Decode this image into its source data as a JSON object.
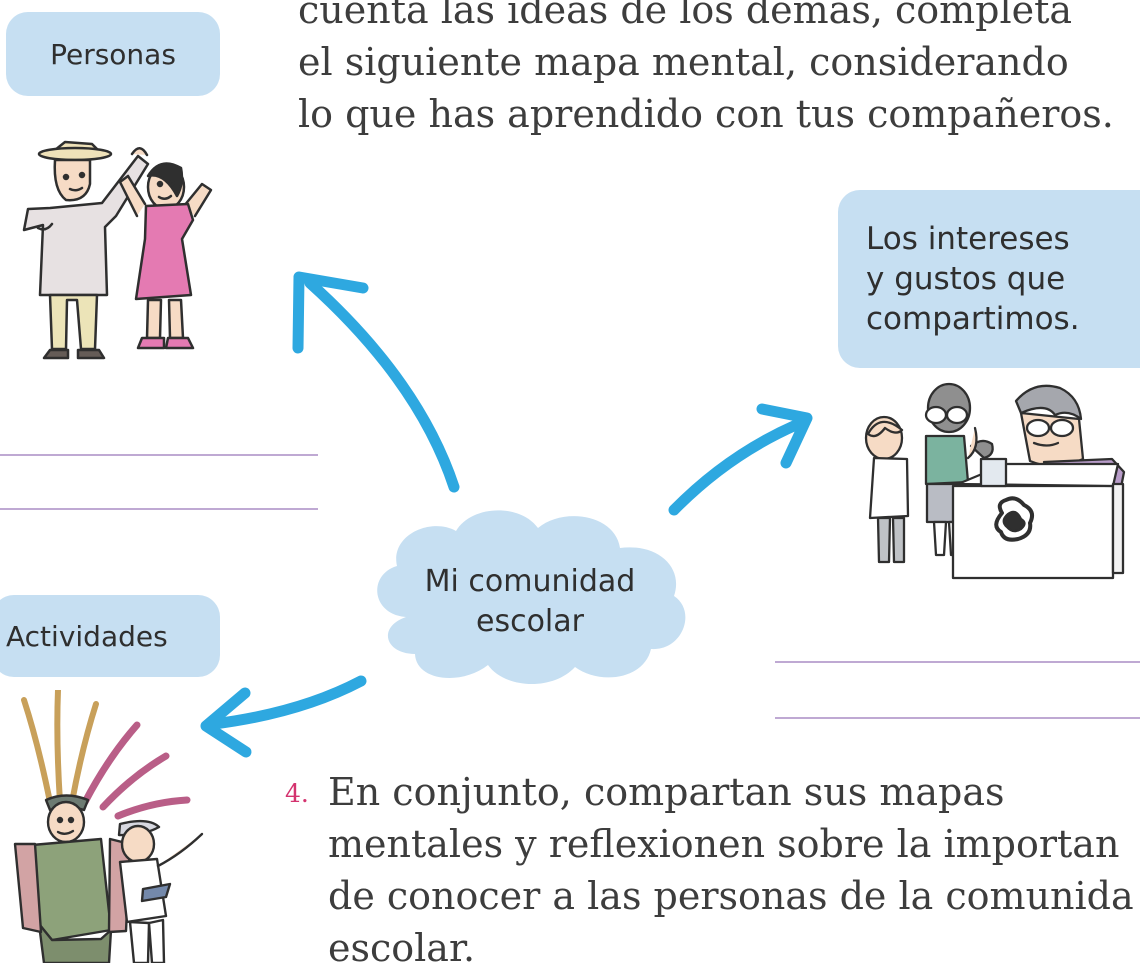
{
  "instruction": {
    "lines": [
      "cuenta las ideas de los demás, completa",
      "el siguiente mapa mental, considerando",
      "lo que has aprendido con tus compañeros."
    ]
  },
  "mind_map": {
    "center_lines": [
      "Mi comunidad",
      "escolar"
    ],
    "nodes": {
      "personas": "Personas",
      "actividades": "Actividades",
      "intereses_lines": [
        "Los intereses",
        "y gustos que",
        "compartimos."
      ]
    }
  },
  "step_four": {
    "number": "4.",
    "lines": [
      "En conjunto, compartan sus mapas",
      "mentales y reflexionen sobre la importan",
      "de conocer a las personas de la comunida",
      "escolar."
    ]
  },
  "colors": {
    "bubble_fill": "#c6dff2",
    "arrow": "#2ea8e0",
    "writing_line": "#bfa9d3",
    "step_number": "#d4336f"
  },
  "icons": {
    "dancers": "dancing-couple-illustration",
    "workers": "people-at-table-illustration",
    "festival": "feather-dancers-illustration"
  }
}
